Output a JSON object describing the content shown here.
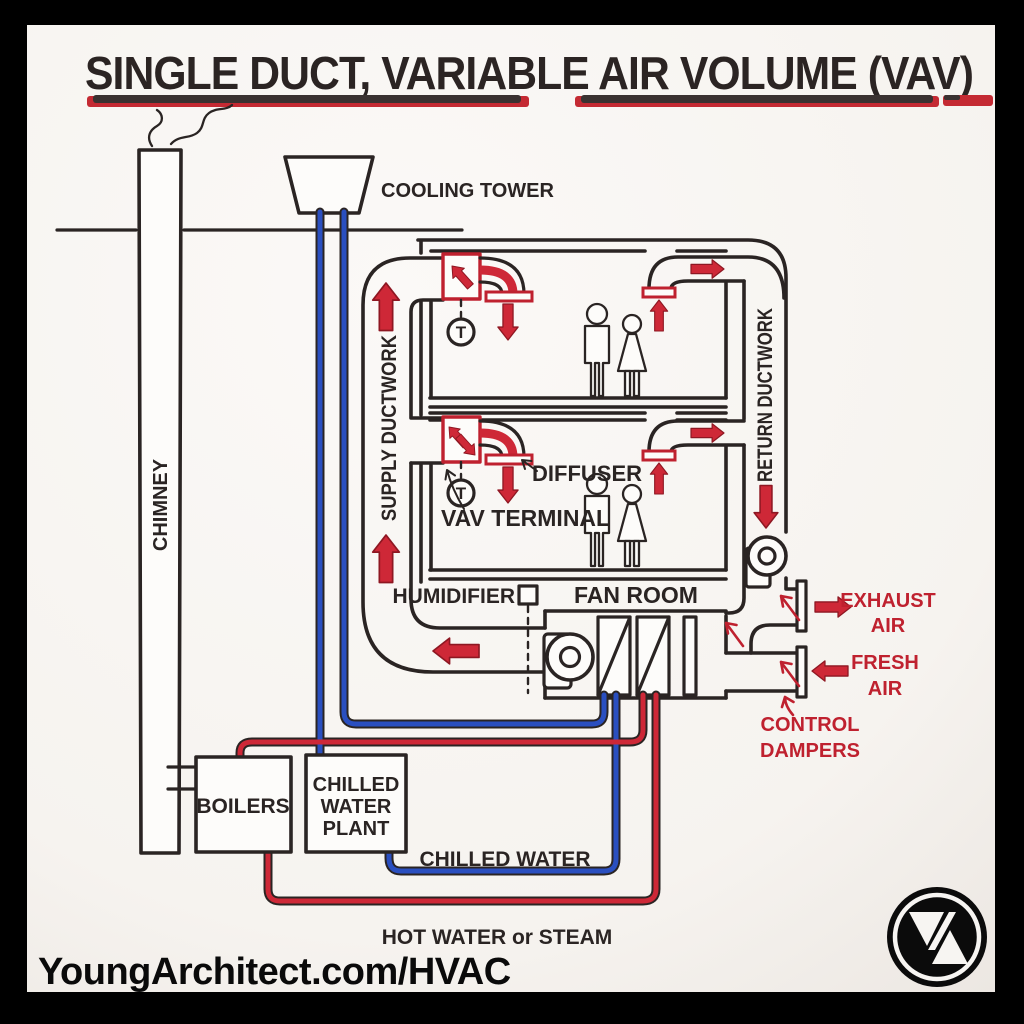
{
  "header": {
    "title": "SINGLE DUCT, VARIABLE AIR VOLUME (VAV)"
  },
  "footer": {
    "site": "YoungArchitect.com/HVAC"
  },
  "labels": {
    "cooling_tower": "COOLING TOWER",
    "chimney": "CHIMNEY",
    "supply_ductwork": "SUPPLY DUCTWORK",
    "return_ductwork": "RETURN DUCTWORK",
    "diffuser": "DIFFUSER",
    "vav_terminal": "VAV TERMINAL",
    "thermostat": "T",
    "humidifier": "HUMIDIFIER",
    "fan_room": "FAN ROOM",
    "exhaust_air": {
      "line1": "EXHAUST",
      "line2": "AIR"
    },
    "fresh_air": {
      "line1": "FRESH",
      "line2": "AIR"
    },
    "control_dampers": {
      "line1": "CONTROL",
      "line2": "DAMPERS"
    },
    "boilers": "BOILERS",
    "chilled_water_plant": {
      "line1": "CHILLED",
      "line2": "WATER",
      "line3": "PLANT"
    },
    "chilled_water": "CHILLED WATER",
    "hot_water_or_steam": "HOT WATER or STEAM"
  },
  "colors": {
    "ink": "#2a2423",
    "red": "#ce2837",
    "red_dark": "#8e1722",
    "red_text": "#bf212f",
    "blue": "#2a4fc0",
    "blue_dark": "#152a7e",
    "paper": "#f7f4f1",
    "frame": "#000000"
  }
}
